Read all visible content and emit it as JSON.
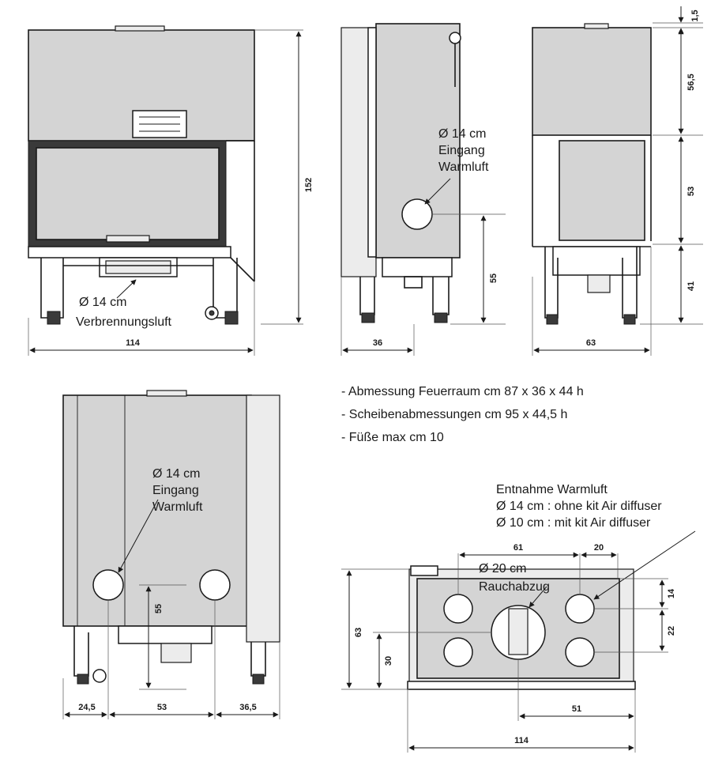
{
  "front_view": {
    "width_dim": "114",
    "height_dim": "152",
    "combustion_air_diameter": "Ø 14 cm",
    "combustion_air_label": "Verbrennungsluft"
  },
  "side_view": {
    "depth_dim": "36",
    "warm_air_height_dim": "55",
    "warm_air_diameter": "Ø 14 cm",
    "warm_air_label_1": "Eingang",
    "warm_air_label_2": "Warmluft"
  },
  "right_view": {
    "depth_dim": "63",
    "dim_top": "1,5",
    "dim_upper": "56,5",
    "dim_middle": "53",
    "dim_lower": "41"
  },
  "rear_view": {
    "warm_air_diameter": "Ø 14 cm",
    "warm_air_label_1": "Eingang",
    "warm_air_label_2": "Warmluft",
    "height_dim": "55",
    "dim_left": "24,5",
    "dim_center": "53",
    "dim_right": "36,5"
  },
  "specs": [
    "- Abmessung Feuerraum cm 87 x 36 x 44 h",
    "- Scheibenabmessungen cm  95 x 44,5 h",
    "- Füße max cm 10"
  ],
  "top_view": {
    "outlet_title": "Entnahme Warmluft",
    "outlet_14": "Ø 14 cm : ohne kit Air diffuser",
    "outlet_10": "Ø 10 cm : mit kit Air diffuser",
    "flue_diameter": "Ø 20 cm",
    "flue_label": "Rauchabzug",
    "dim_61": "61",
    "dim_20": "20",
    "dim_14": "14",
    "dim_22": "22",
    "dim_63": "63",
    "dim_30": "30",
    "dim_51": "51",
    "dim_114": "114"
  }
}
